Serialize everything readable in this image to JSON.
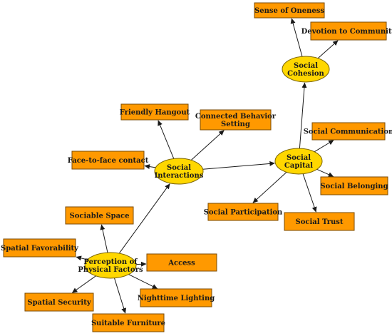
{
  "diagram": {
    "colors": {
      "concept_box_fill": "#FF9900",
      "hub_ellipse_fill": "#FFD700",
      "edge": "#1a1a1a"
    },
    "hubs": {
      "perception": [
        "Perception of",
        "Physical Factors"
      ],
      "interactions": [
        "Social",
        "Interactions"
      ],
      "capital": [
        "Social",
        "Capital"
      ],
      "cohesion": [
        "Social",
        "Cohesion"
      ]
    },
    "concepts": {
      "sense_oneness": [
        "Sense of Oneness"
      ],
      "devotion": [
        "Devotion to Community"
      ],
      "friendly_hangout": [
        "Friendly Hangout"
      ],
      "connected_behavior": [
        "Connected Behavior",
        "Setting"
      ],
      "face_to_face": [
        "Face-to-face contact"
      ],
      "social_communication": [
        "Social Communication"
      ],
      "social_belonging": [
        "Social Belonging"
      ],
      "social_participation": [
        "Social Participation"
      ],
      "social_trust": [
        "Social Trust"
      ],
      "sociable_space": [
        "Sociable Space"
      ],
      "spatial_favorability": [
        "Spatial Favorability"
      ],
      "access": [
        "Access"
      ],
      "spatial_security": [
        "Spatial Security"
      ],
      "nighttime_lighting": [
        "Nighttime Lighting"
      ],
      "suitable_furniture": [
        "Suitable Furniture"
      ]
    },
    "edges": [
      [
        "perception",
        "interactions"
      ],
      [
        "interactions",
        "capital"
      ],
      [
        "capital",
        "cohesion"
      ],
      [
        "cohesion",
        "sense_oneness"
      ],
      [
        "cohesion",
        "devotion"
      ],
      [
        "interactions",
        "friendly_hangout"
      ],
      [
        "interactions",
        "connected_behavior"
      ],
      [
        "interactions",
        "face_to_face"
      ],
      [
        "capital",
        "social_communication"
      ],
      [
        "capital",
        "social_belonging"
      ],
      [
        "capital",
        "social_participation"
      ],
      [
        "capital",
        "social_trust"
      ],
      [
        "perception",
        "sociable_space"
      ],
      [
        "perception",
        "spatial_favorability"
      ],
      [
        "perception",
        "access"
      ],
      [
        "perception",
        "spatial_security"
      ],
      [
        "perception",
        "nighttime_lighting"
      ],
      [
        "perception",
        "suitable_furniture"
      ]
    ]
  }
}
